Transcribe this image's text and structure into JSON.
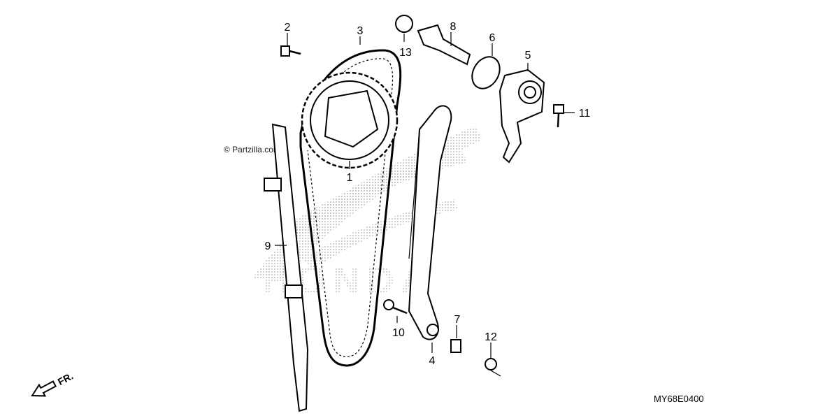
{
  "watermark": {
    "text": "© Partzilla.com",
    "brand": "HONDA"
  },
  "diagram_code": "MY68E0400",
  "direction_label": "FR.",
  "callouts": [
    {
      "id": "1",
      "part": "cam-sprocket"
    },
    {
      "id": "2",
      "part": "sprocket-bolt"
    },
    {
      "id": "3",
      "part": "cam-chain"
    },
    {
      "id": "4",
      "part": "tensioner-slipper"
    },
    {
      "id": "5",
      "part": "tensioner-lifter"
    },
    {
      "id": "6",
      "part": "tensioner-spring"
    },
    {
      "id": "7",
      "part": "collar"
    },
    {
      "id": "8",
      "part": "tensioner-shaft"
    },
    {
      "id": "9",
      "part": "chain-guide"
    },
    {
      "id": "10",
      "part": "pivot-bolt"
    },
    {
      "id": "11",
      "part": "lifter-bolt"
    },
    {
      "id": "12",
      "part": "washer"
    },
    {
      "id": "13",
      "part": "circlip"
    }
  ]
}
